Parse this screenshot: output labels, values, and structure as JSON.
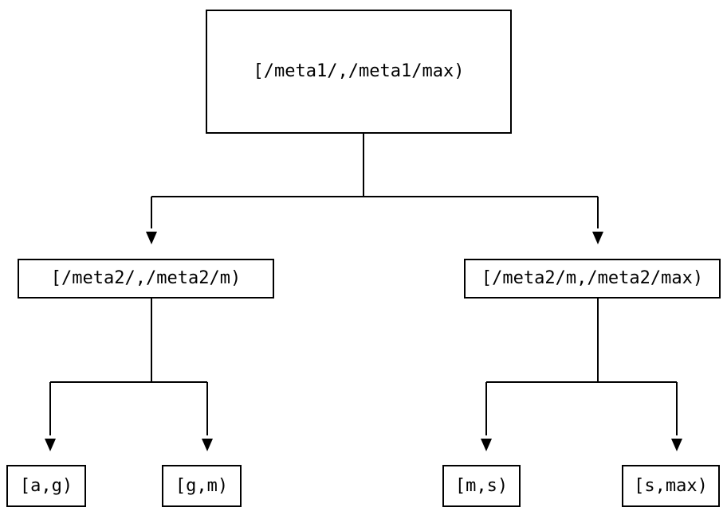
{
  "colors": {
    "background": "#ffffff",
    "line": "#000000",
    "text": "#000000"
  },
  "tree": {
    "nodes": {
      "root": {
        "label": "[/meta1/,/meta1/max)"
      },
      "meta2_low": {
        "label": "[/meta2/,/meta2/m)"
      },
      "meta2_high": {
        "label": "[/meta2/m,/meta2/max)"
      },
      "a_g": {
        "label": "[a,g)"
      },
      "g_m": {
        "label": "[g,m)"
      },
      "m_s": {
        "label": "[m,s)"
      },
      "s_max": {
        "label": "[s,max)"
      }
    },
    "edges": [
      {
        "from": "root",
        "to": "meta2_low"
      },
      {
        "from": "root",
        "to": "meta2_high"
      },
      {
        "from": "meta2_low",
        "to": "a_g"
      },
      {
        "from": "meta2_low",
        "to": "g_m"
      },
      {
        "from": "meta2_high",
        "to": "m_s"
      },
      {
        "from": "meta2_high",
        "to": "s_max"
      }
    ]
  }
}
